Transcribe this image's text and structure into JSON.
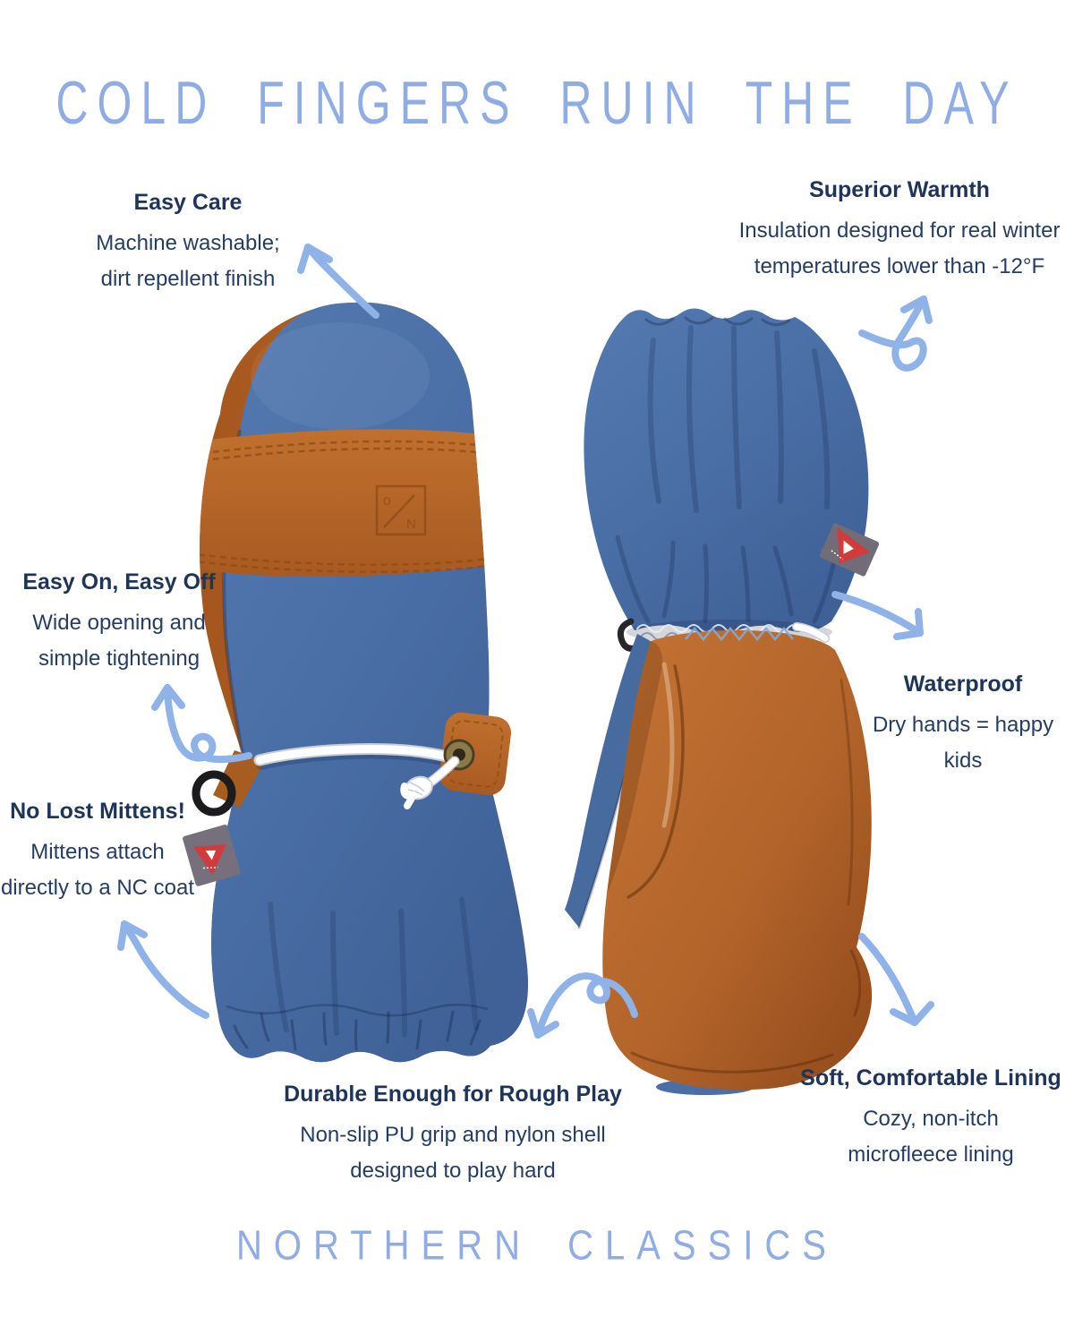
{
  "title": "COLD FINGERS RUIN THE DAY",
  "brand": "NORTHERN CLASSICS",
  "callouts": {
    "easy_care": {
      "heading": "Easy Care",
      "lines": [
        "Machine washable;",
        "dirt repellent finish"
      ]
    },
    "superior_warmth": {
      "heading": "Superior Warmth",
      "lines": [
        "Insulation designed for real winter",
        "temperatures lower than -12°F"
      ]
    },
    "easy_on": {
      "heading": "Easy On, Easy Off",
      "lines": [
        "Wide opening and",
        "simple tightening"
      ]
    },
    "no_lost": {
      "heading": "No Lost Mittens!",
      "lines": [
        "Mittens attach",
        "directly to a NC coat"
      ]
    },
    "waterproof": {
      "heading": "Waterproof",
      "lines": [
        "Dry hands = happy",
        "kids"
      ]
    },
    "durable": {
      "heading": "Durable Enough for Rough Play",
      "lines": [
        "Non-slip PU grip and nylon shell",
        "designed to play hard"
      ]
    },
    "soft_lining": {
      "heading": "Soft, Comfortable Lining",
      "lines": [
        "Cozy, non-itch",
        "microfleece lining"
      ]
    }
  },
  "emboss": {
    "top": "o",
    "bottom": "N"
  },
  "colors": {
    "accent_blue": "#8fb2e8",
    "title_blue": "#8fade4",
    "heading_navy": "#1e3459",
    "body_navy": "#263d63",
    "mitten_blue": "#4b6fa6",
    "leather_caramel": "#b2642a",
    "cord_white": "#ffffff",
    "tag_red": "#d13b3b",
    "tag_gray": "#75707c"
  },
  "icons": {
    "primaloft_tag": "red-triangle-fabric-tag",
    "d_ring": "black-d-ring",
    "logo_emboss": "square-slash-monogram",
    "arrows": "hand-drawn-curly-arrow"
  }
}
